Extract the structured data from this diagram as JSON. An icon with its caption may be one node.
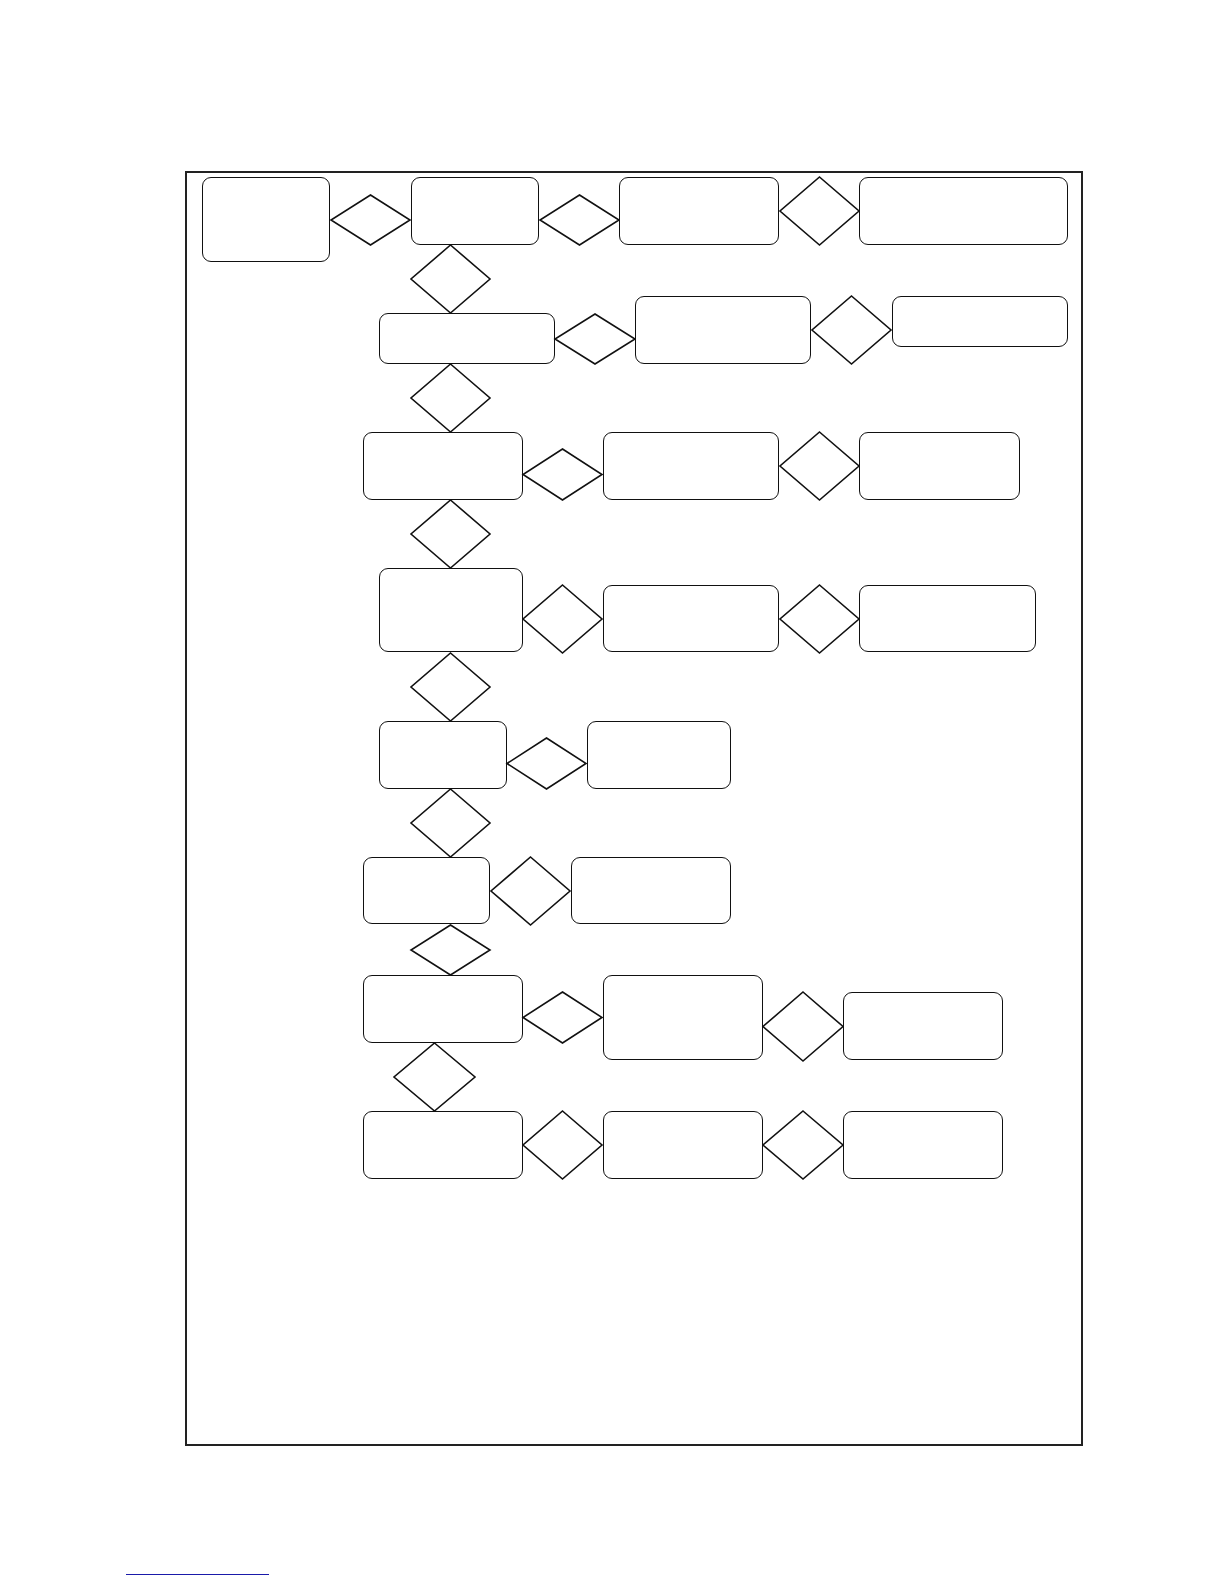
{
  "diagram": {
    "nodes": [
      {
        "text": [],
        "shape": "box"
      },
      {
        "text": [],
        "shape": "diamond"
      },
      {
        "text": [],
        "shape": "box"
      },
      {
        "text": [],
        "shape": "diamond"
      },
      {
        "text": [],
        "shape": "box"
      },
      {
        "text": [],
        "shape": "diamond"
      },
      {
        "text": [],
        "shape": "box"
      },
      {
        "text": [],
        "shape": "diamond"
      },
      {
        "text": [],
        "shape": "box"
      },
      {
        "text": [],
        "shape": "diamond"
      },
      {
        "text": [],
        "shape": "box"
      },
      {
        "text": [],
        "shape": "diamond"
      },
      {
        "text": [],
        "shape": "box"
      },
      {
        "text": [],
        "shape": "diamond"
      },
      {
        "text": [],
        "shape": "box"
      },
      {
        "text": [],
        "shape": "diamond"
      },
      {
        "text": [],
        "shape": "box"
      },
      {
        "text": [],
        "shape": "diamond"
      },
      {
        "text": [],
        "shape": "box"
      },
      {
        "text": [],
        "shape": "diamond"
      },
      {
        "text": [],
        "shape": "box"
      },
      {
        "text": [],
        "shape": "diamond"
      },
      {
        "text": [],
        "shape": "box"
      },
      {
        "text": [],
        "shape": "diamond"
      },
      {
        "text": [],
        "shape": "box"
      },
      {
        "text": [],
        "shape": "diamond"
      },
      {
        "text": [],
        "shape": "box"
      },
      {
        "text": [],
        "shape": "diamond"
      },
      {
        "text": [],
        "shape": "box"
      },
      {
        "text": [],
        "shape": "diamond"
      },
      {
        "text": [],
        "shape": "box"
      },
      {
        "text": [],
        "shape": "diamond"
      },
      {
        "text": [],
        "shape": "box"
      },
      {
        "text": [],
        "shape": "diamond"
      },
      {
        "text": [],
        "shape": "box"
      },
      {
        "text": [],
        "shape": "diamond"
      },
      {
        "text": [],
        "shape": "box"
      },
      {
        "text": [],
        "shape": "diamond"
      },
      {
        "text": [],
        "shape": "box"
      },
      {
        "text": [],
        "shape": "diamond"
      },
      {
        "text": [],
        "shape": "box"
      },
      {
        "text": [],
        "shape": "diamond"
      },
      {
        "text": [],
        "shape": "box"
      },
      {
        "text": [],
        "shape": "diamond"
      },
      {
        "text": [],
        "shape": "box"
      }
    ]
  }
}
